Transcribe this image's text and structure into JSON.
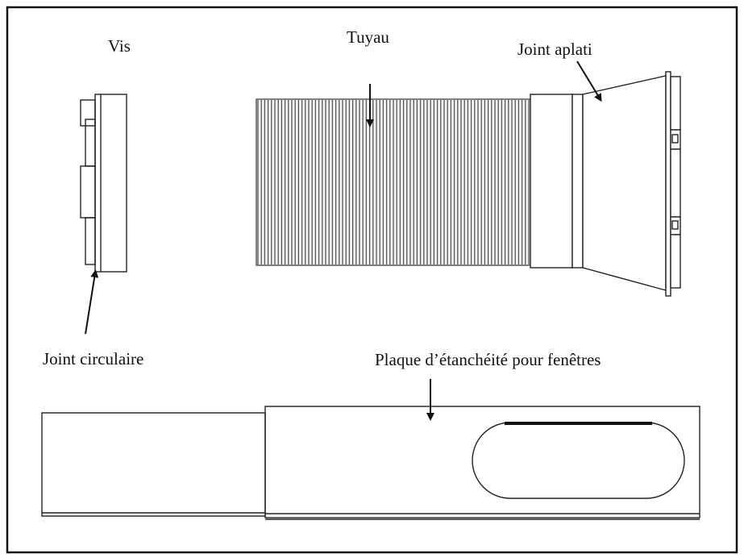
{
  "labels": {
    "vis": "Vis",
    "tuyau": "Tuyau",
    "joint_aplati": "Joint aplati",
    "joint_circulaire": "Joint circulaire",
    "plaque": "Plaque d’étanchéité pour fenêtres"
  },
  "colors": {
    "line": "#111111",
    "hose": "#555555",
    "background": "#ffffff"
  }
}
